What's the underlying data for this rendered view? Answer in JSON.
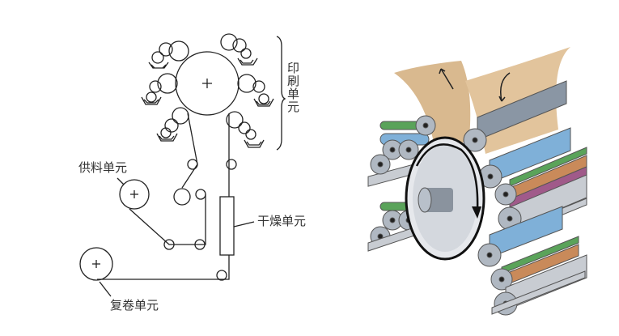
{
  "schematic": {
    "labels": {
      "printing_unit": "印刷单元",
      "supply_unit": "供料单元",
      "drying_unit": "干燥单元",
      "rewind_unit": "复卷单元"
    }
  },
  "illustration": {
    "colors": {
      "paper": "#d9b98f",
      "green": "#5aa35a",
      "blue": "#7fb0d8",
      "orange": "#c98a5a",
      "magenta": "#a05a8a",
      "gray": "#9aa4b0"
    }
  }
}
